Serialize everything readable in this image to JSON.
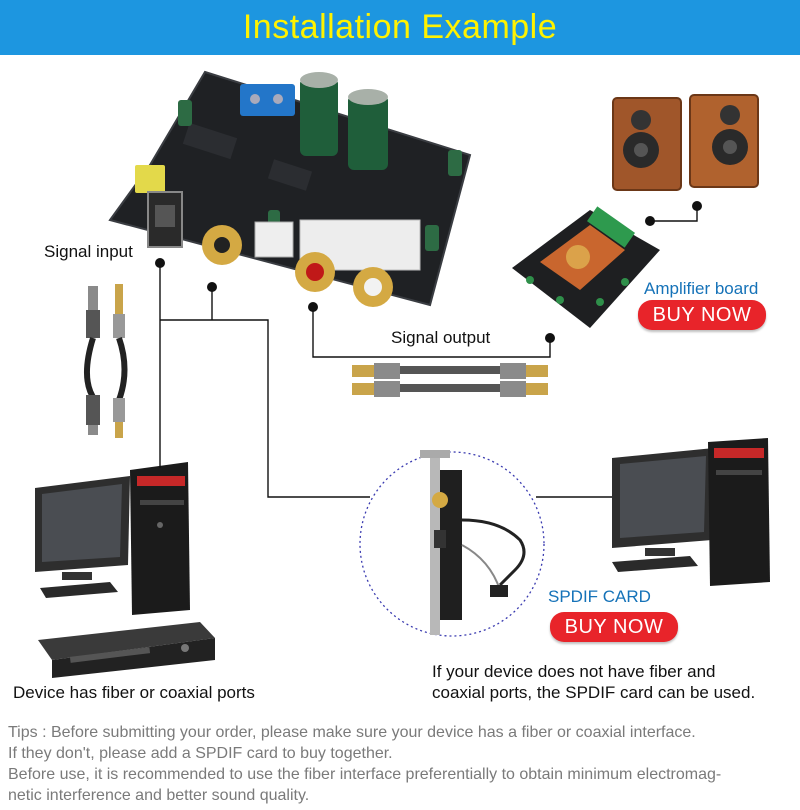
{
  "header": {
    "title": "Installation Example"
  },
  "labels": {
    "signal_input": "Signal input",
    "signal_output": "Signal output",
    "amplifier_board": "Amplifier board",
    "spdif_card": "SPDIF CARD",
    "device_ports": "Device has fiber or coaxial ports",
    "spdif_note_line1": "If your device does not have fiber and",
    "spdif_note_line2": "coaxial ports, the SPDIF card can be used."
  },
  "buttons": {
    "buy_amplifier": "BUY NOW",
    "buy_spdif": "BUY NOW"
  },
  "tips": {
    "line1": "Tips : Before submitting your order, please make sure your device has a fiber or coaxial interface.",
    "line2": "If they don't, please add a SPDIF card to buy together.",
    "line3": "Before use, it is recommended to use the fiber interface preferentially to obtain minimum electromag-",
    "line4": "netic interference and better sound quality."
  },
  "colors": {
    "header_bg": "#1d96e0",
    "header_text": "#fff200",
    "buy_button": "#e8242a",
    "accent_label": "#1572b8"
  }
}
